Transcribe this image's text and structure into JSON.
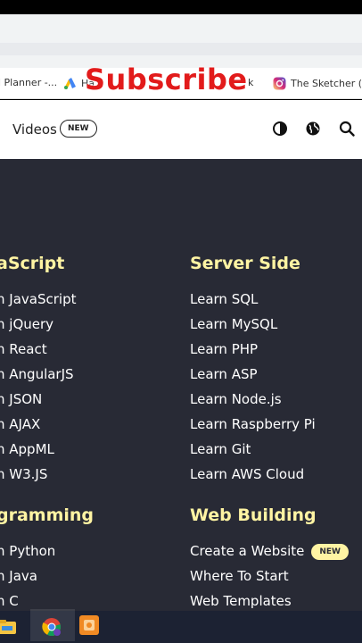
{
  "overlay": {
    "subscribe_text": "Subscribe",
    "color": "#e21b1b"
  },
  "bookmarks": [
    {
      "label": "l Planner -...",
      "icon": "bookmark-page-icon"
    },
    {
      "label": "Ha",
      "icon": "google-ads-icon"
    },
    {
      "label": "k",
      "icon": "bookmark-icon"
    },
    {
      "label": "The Sketcher (@",
      "icon": "instagram-icon"
    }
  ],
  "navbar": {
    "videos_label": "Videos",
    "videos_badge": "NEW",
    "icons": [
      "contrast-icon",
      "globe-icon",
      "search-icon"
    ]
  },
  "colors": {
    "background": "#282a35",
    "heading": "#fff4a3",
    "link": "#ffffff",
    "badge_bg": "#fff4a3"
  },
  "footer_menu": {
    "javascript": {
      "heading": "aScript",
      "links": [
        "n JavaScript",
        "n jQuery",
        "n React",
        "n AngularJS",
        "n JSON",
        "n AJAX",
        "n AppML",
        "n W3.JS"
      ]
    },
    "server_side": {
      "heading": "Server Side",
      "links": [
        "Learn SQL",
        "Learn MySQL",
        "Learn PHP",
        "Learn ASP",
        "Learn Node.js",
        "Learn Raspberry Pi",
        "Learn Git",
        "Learn AWS Cloud"
      ]
    },
    "programming": {
      "heading": "gramming",
      "links": [
        "n Python",
        "n Java",
        "n C"
      ]
    },
    "web_building": {
      "heading": "Web Building",
      "links": [
        {
          "label": "Create a Website",
          "badge": "NEW"
        },
        {
          "label": "Where To Start"
        },
        {
          "label": "Web Templates"
        }
      ]
    }
  },
  "taskbar": {
    "icons": [
      "file-explorer-icon",
      "chrome-icon",
      "app-icon"
    ]
  }
}
